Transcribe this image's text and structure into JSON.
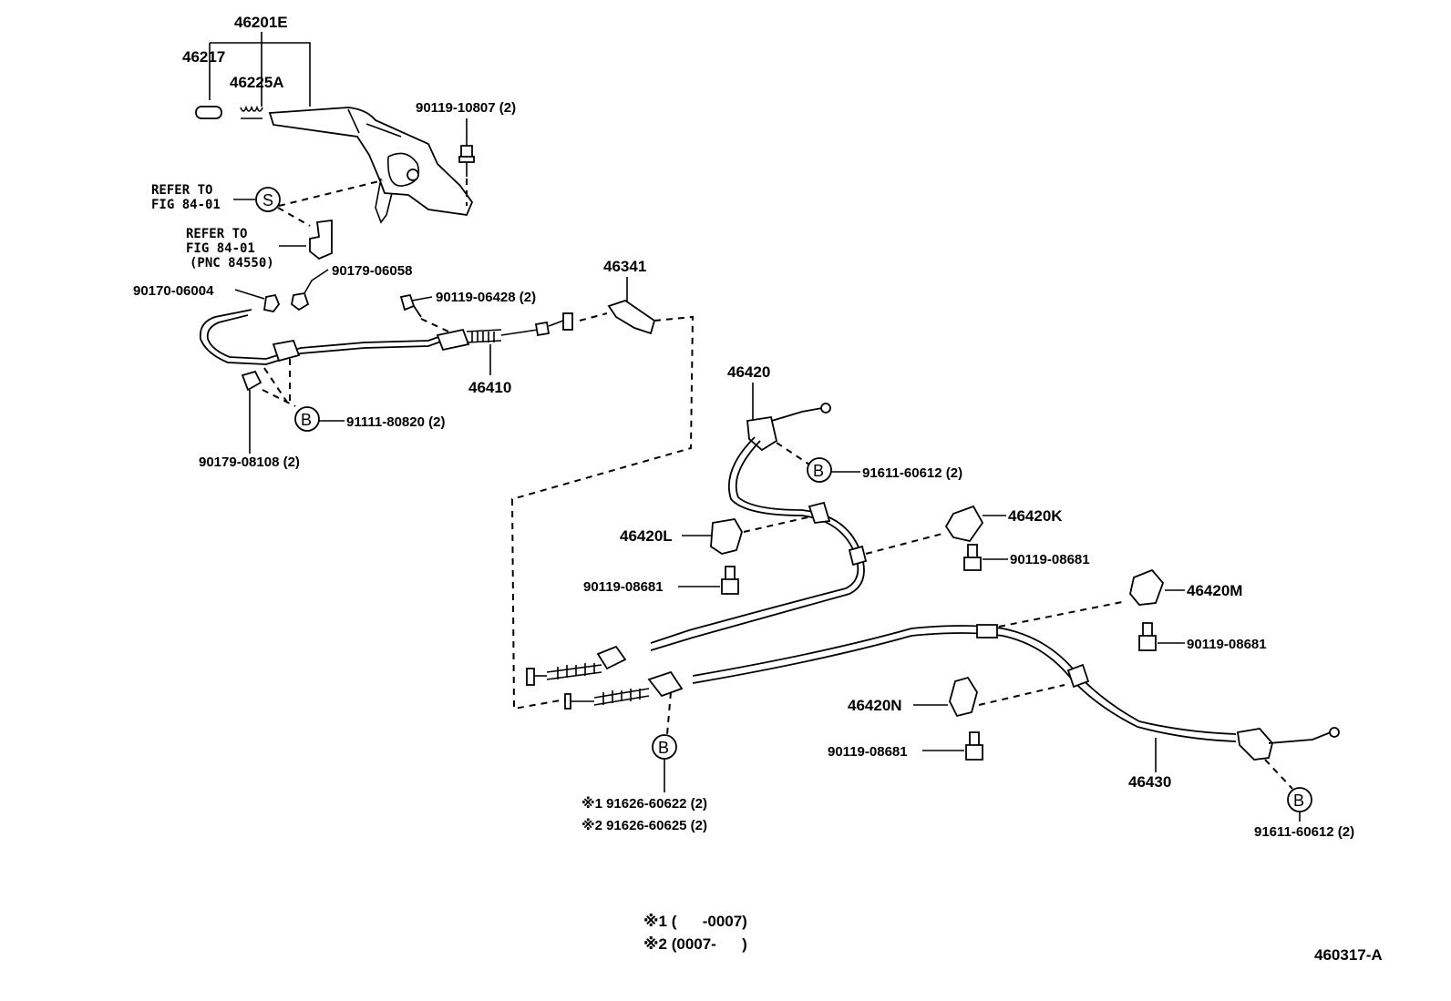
{
  "diagram_code": "460317-A",
  "parts": {
    "lever_assembly": "46201E",
    "knob": "46217",
    "spring": "46225A",
    "lever_bolt": "90119-10807 (2)",
    "ref_s_line1": "REFER TO",
    "ref_s_line2": "FIG 84-01",
    "ref_bracket_line1": "REFER TO",
    "ref_bracket_line2": "FIG 84-01",
    "ref_bracket_line3": "(PNC 84550)",
    "nut_left": "90170-06004",
    "nut_right": "90179-06058",
    "cable_bolt": "90119-06428 (2)",
    "equalizer": "46341",
    "front_cable": "46410",
    "front_clip": "91111-80820 (2)",
    "front_nut": "90179-08108 (2)",
    "rear_cable_lh": "46420",
    "rear_clip_lh": "91611-60612 (2)",
    "clamp_l": "46420L",
    "clamp_l_bolt": "90119-08681",
    "clamp_k": "46420K",
    "clamp_k_bolt": "90119-08681",
    "clamp_m": "46420M",
    "clamp_m_bolt": "90119-08681",
    "clamp_n": "46420N",
    "clamp_n_bolt": "90119-08681",
    "rear_cable_rh": "46430",
    "rear_clip_rh": "91611-60612 (2)",
    "clip_note_1": "※1 91626-60622 (2)",
    "clip_note_2": "※2 91626-60625 (2)"
  },
  "symbols": {
    "s_circle": "S",
    "b_circle": "B"
  },
  "legend": {
    "note_1": "※1 (      -0007)",
    "note_2": "※2 (0007-      )"
  }
}
